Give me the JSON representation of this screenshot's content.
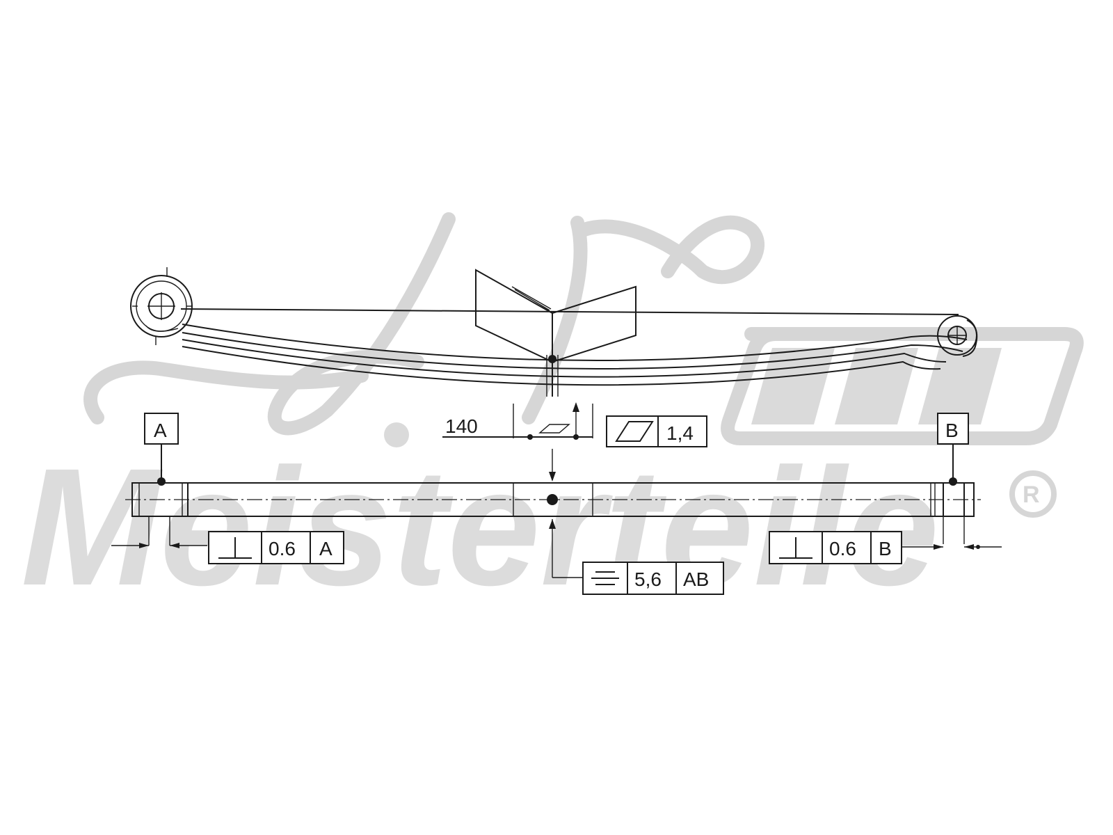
{
  "datums": {
    "a": "A",
    "b": "B"
  },
  "dimension": {
    "length": "140"
  },
  "tolerance_frames": {
    "flatness": {
      "symbol": "flatness-icon",
      "value": "1,4"
    },
    "perpendicular_a": {
      "symbol": "perpendicularity-icon",
      "value": "0.6",
      "datum": "A"
    },
    "perpendicular_b": {
      "symbol": "perpendicularity-icon",
      "value": "0.6",
      "datum": "B"
    },
    "symmetry": {
      "symbol": "symmetry-icon",
      "value": "5,6",
      "datum": "AB"
    }
  },
  "watermark": {
    "brand": "Meisterteile",
    "mark": "®"
  },
  "colors": {
    "ink": "#1a1a1a",
    "watermark": "#d6d6d6"
  }
}
